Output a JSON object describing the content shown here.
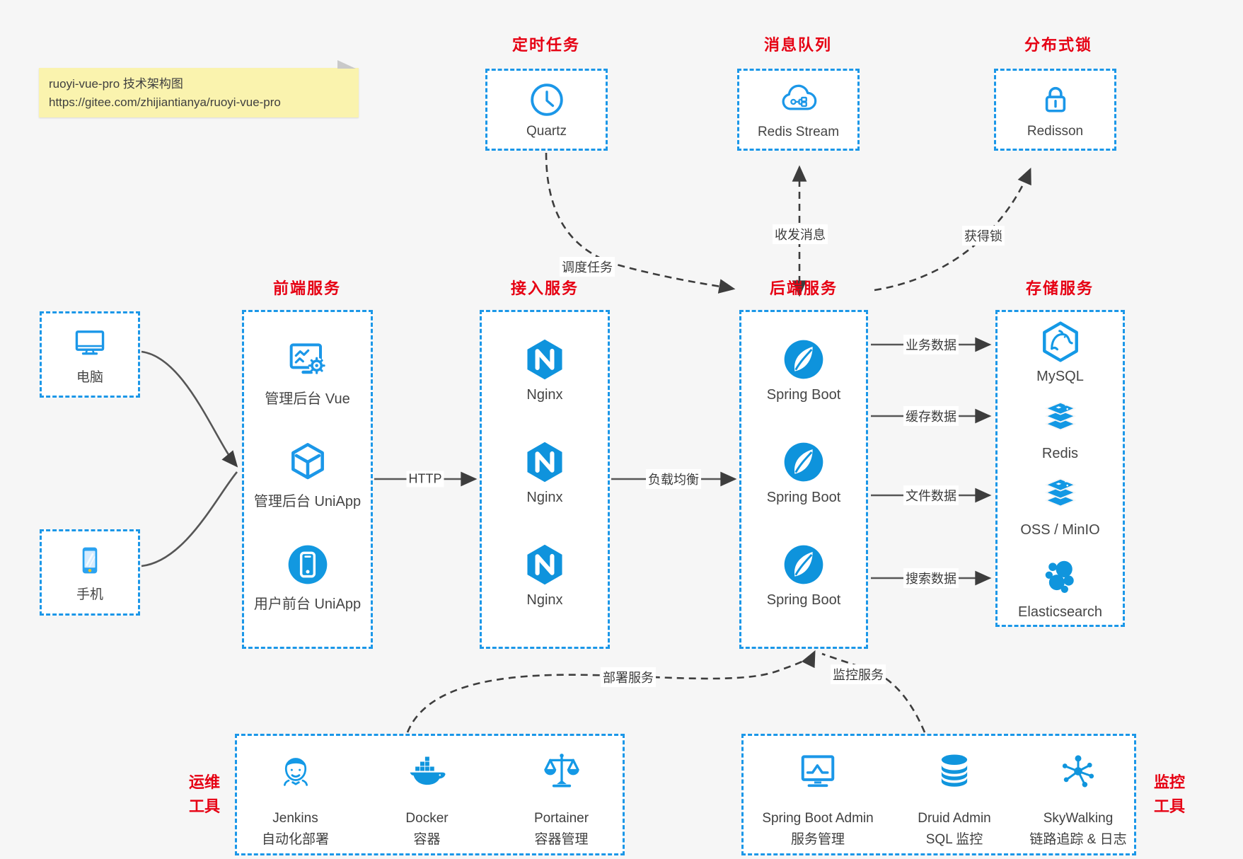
{
  "colors": {
    "accent_blue": "#1b97e8",
    "icon_blue": "#1095dd",
    "title_red": "#e60013",
    "arrow_dark": "#3d3d3d",
    "note_bg": "#faf3ae"
  },
  "note": {
    "line1": "ruoyi-vue-pro 技术架构图",
    "line2": "https://gitee.com/zhijiantianya/ruoyi-vue-pro"
  },
  "top_services": [
    {
      "title": "定时任务",
      "label": "Quartz",
      "icon": "clock-icon"
    },
    {
      "title": "消息队列",
      "label": "Redis Stream",
      "icon": "cloud-stream-icon"
    },
    {
      "title": "分布式锁",
      "label": "Redisson",
      "icon": "lock-icon"
    }
  ],
  "clients": [
    {
      "label": "电脑",
      "icon": "desktop-icon"
    },
    {
      "label": "手机",
      "icon": "smartphone-icon"
    }
  ],
  "columns": {
    "frontend": {
      "title": "前端服务",
      "items": [
        {
          "label": "管理后台 Vue"
        },
        {
          "label": "管理后台 UniApp"
        },
        {
          "label": "用户前台 UniApp"
        }
      ]
    },
    "access": {
      "title": "接入服务",
      "items": [
        {
          "label": "Nginx"
        },
        {
          "label": "Nginx"
        },
        {
          "label": "Nginx"
        }
      ]
    },
    "backend": {
      "title": "后端服务",
      "items": [
        {
          "label": "Spring Boot"
        },
        {
          "label": "Spring Boot"
        },
        {
          "label": "Spring Boot"
        }
      ]
    },
    "storage": {
      "title": "存储服务",
      "items": [
        {
          "label": "MySQL"
        },
        {
          "label": "Redis"
        },
        {
          "label": "OSS / MinIO"
        },
        {
          "label": "Elasticsearch"
        }
      ]
    }
  },
  "ops": {
    "side_title": [
      "运维",
      "工具"
    ],
    "items": [
      {
        "name": "Jenkins",
        "desc": "自动化部署"
      },
      {
        "name": "Docker",
        "desc": "容器"
      },
      {
        "name": "Portainer",
        "desc": "容器管理"
      }
    ]
  },
  "monitoring": {
    "side_title": [
      "监控",
      "工具"
    ],
    "items": [
      {
        "name": "Spring Boot Admin",
        "desc": "服务管理"
      },
      {
        "name": "Druid Admin",
        "desc": "SQL 监控"
      },
      {
        "name": "SkyWalking",
        "desc": "链路追踪 & 日志"
      }
    ]
  },
  "edges": {
    "http": "HTTP",
    "load_balance": "负载均衡",
    "business_data": "业务数据",
    "cache_data": "缓存数据",
    "file_data": "文件数据",
    "search_data": "搜索数据",
    "schedule_task": "调度任务",
    "send_receive_msg": "收发消息",
    "acquire_lock": "获得锁",
    "deploy_service": "部署服务",
    "monitor_service": "监控服务"
  }
}
